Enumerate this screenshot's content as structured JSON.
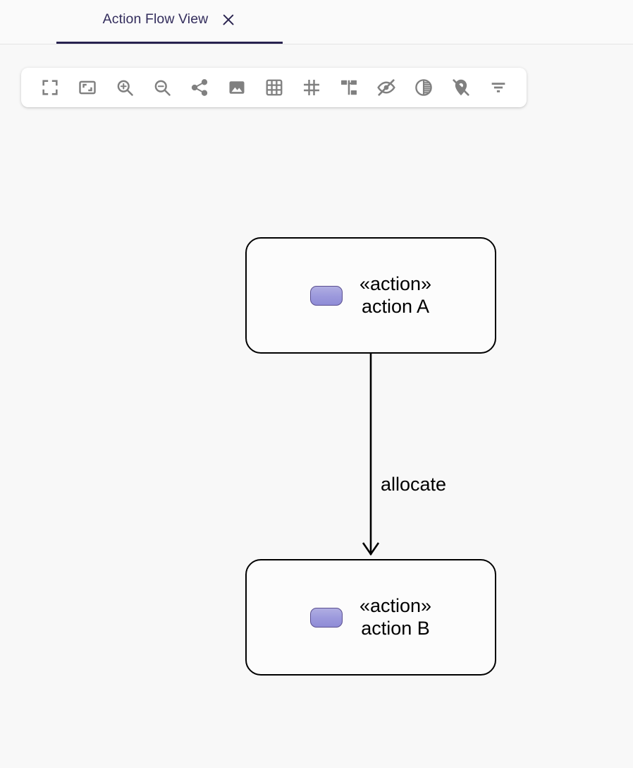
{
  "tab": {
    "label": "Action Flow View",
    "close_icon": "close-icon",
    "active_underline_color": "#282350",
    "text_color": "#332d5c"
  },
  "toolbar": {
    "background": "#ffffff",
    "icon_color": "#808080",
    "buttons": [
      {
        "name": "fullscreen-icon",
        "title": "Fullscreen"
      },
      {
        "name": "fit-to-screen-icon",
        "title": "Fit to screen"
      },
      {
        "name": "zoom-in-icon",
        "title": "Zoom in"
      },
      {
        "name": "zoom-out-icon",
        "title": "Zoom out"
      },
      {
        "name": "share-icon",
        "title": "Share"
      },
      {
        "name": "image-icon",
        "title": "Export image"
      },
      {
        "name": "grid-icon",
        "title": "Grid"
      },
      {
        "name": "guidelines-icon",
        "title": "Guidelines"
      },
      {
        "name": "hierarchy-icon",
        "title": "Hierarchy layout"
      },
      {
        "name": "eye-off-icon",
        "title": "Hide"
      },
      {
        "name": "contrast-icon",
        "title": "Contrast"
      },
      {
        "name": "location-off-icon",
        "title": "Hide location"
      },
      {
        "name": "filter-icon",
        "title": "Filter"
      }
    ]
  },
  "canvas": {
    "background": "#f8f8f8"
  },
  "diagram": {
    "nodes": [
      {
        "id": "node-a",
        "stereotype": "«action»",
        "name": "action A",
        "badge_fill": "#9b98dc",
        "badge_border": "#5a4f90",
        "border_color": "#000000",
        "fill": "#fcfcfc"
      },
      {
        "id": "node-b",
        "stereotype": "«action»",
        "name": "action B",
        "badge_fill": "#9b98dc",
        "badge_border": "#5a4f90",
        "border_color": "#000000",
        "fill": "#fcfcfc"
      }
    ],
    "edges": [
      {
        "label": "allocate",
        "from": "node-a",
        "to": "node-b",
        "arrow": "open",
        "color": "#000000"
      }
    ]
  }
}
